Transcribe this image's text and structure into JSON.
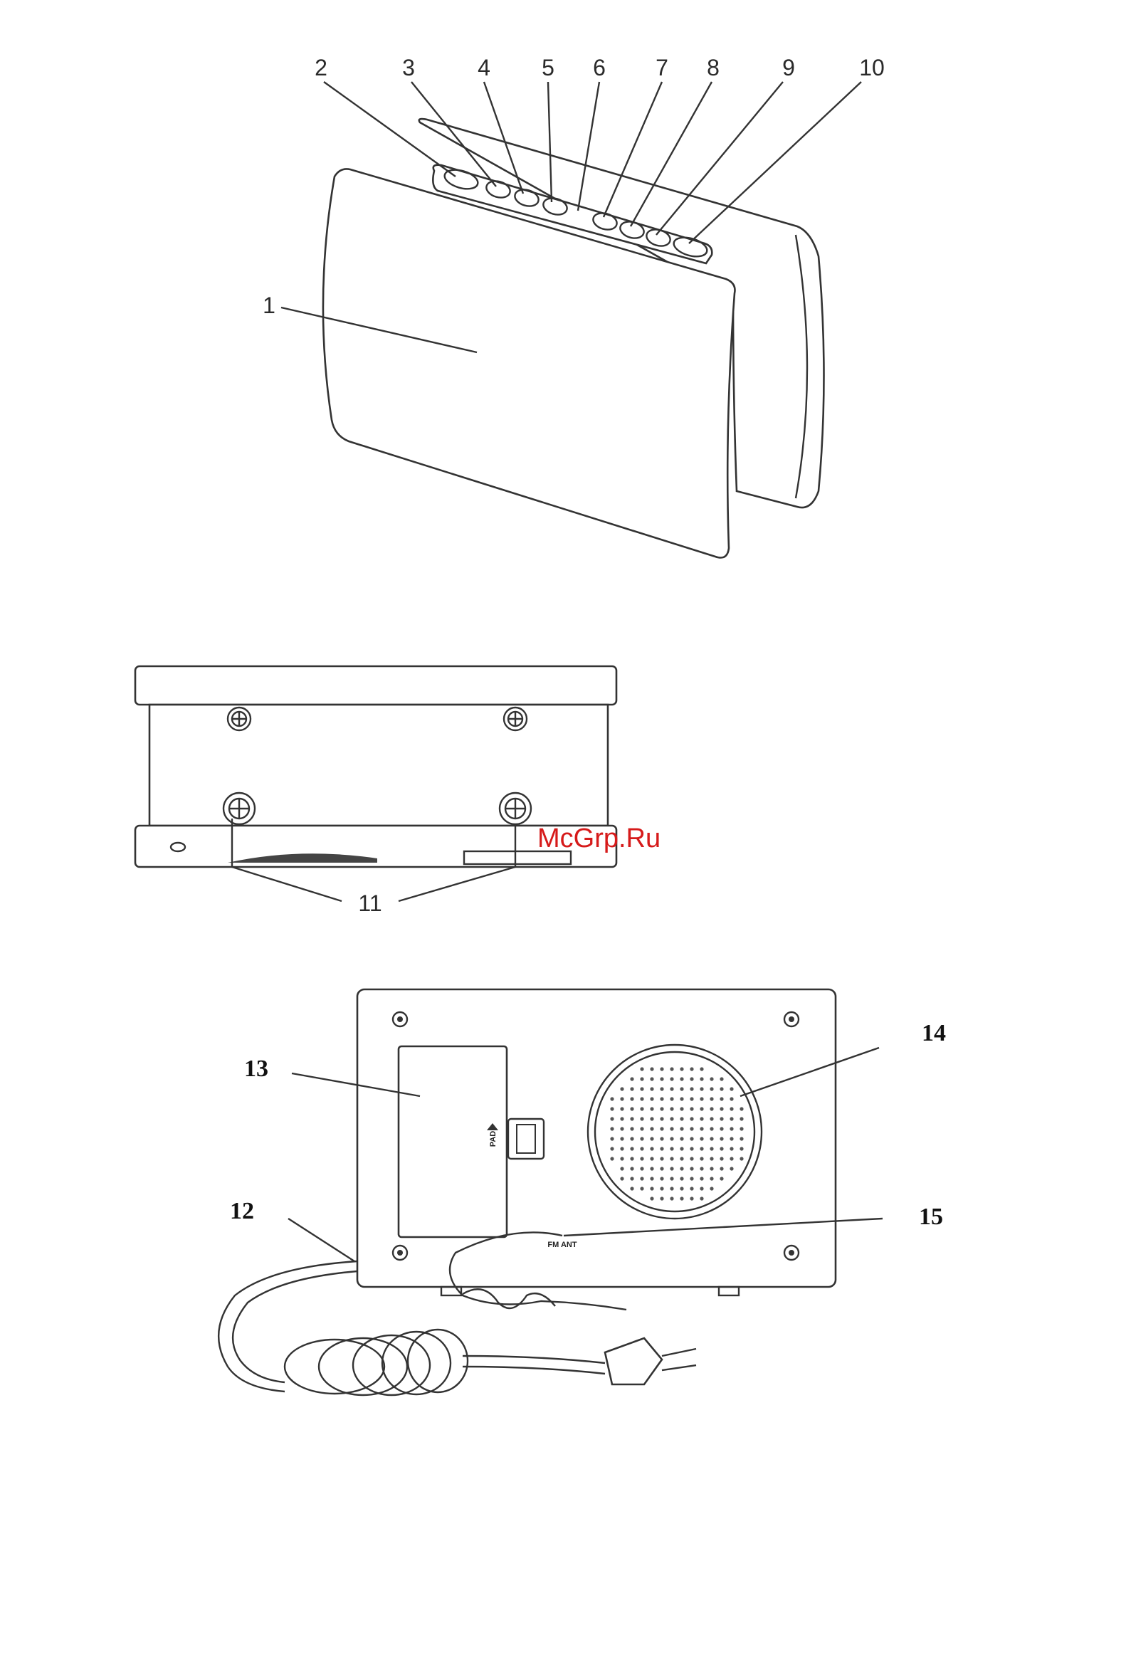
{
  "figure1": {
    "labels": [
      "1",
      "2",
      "3",
      "4",
      "5",
      "6",
      "7",
      "8",
      "9",
      "10"
    ]
  },
  "figure2": {
    "label": "11"
  },
  "figure3": {
    "labels": [
      "12",
      "13",
      "14",
      "15"
    ],
    "panel_text": "PAD",
    "antenna_text": "FM ANT"
  },
  "watermark": "McGrp.Ru"
}
